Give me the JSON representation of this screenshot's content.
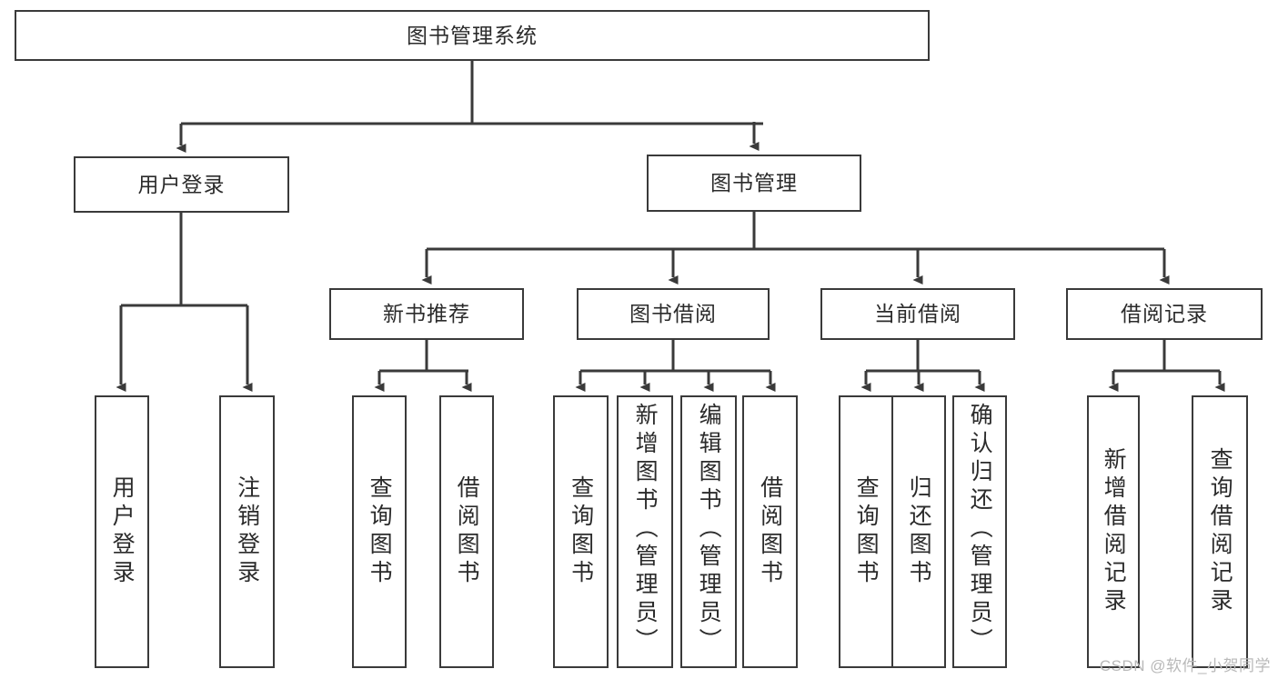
{
  "diagram": {
    "title": "图书管理系统",
    "watermark": "CSDN @软件_小贺同学",
    "colors": {
      "stroke": "#3a3a3a",
      "box_fill": "#ffffff",
      "text": "#2b2b2b",
      "watermark": "#b9b9b9",
      "background": "#ffffff"
    },
    "root": {
      "label": "图书管理系统"
    },
    "level2": [
      {
        "label": "用户登录"
      },
      {
        "label": "图书管理"
      }
    ],
    "level3": [
      {
        "label": "新书推荐"
      },
      {
        "label": "图书借阅"
      },
      {
        "label": "当前借阅"
      },
      {
        "label": "借阅记录"
      }
    ],
    "leaves": {
      "user_login": [
        {
          "label": "用户登录"
        },
        {
          "label": "注销登录"
        }
      ],
      "new_book_recommend": [
        {
          "label": "查询图书"
        },
        {
          "label": "借阅图书"
        }
      ],
      "book_borrow": [
        {
          "label": "查询图书"
        },
        {
          "label": "新增图书（管理员）"
        },
        {
          "label": "编辑图书（管理员）"
        },
        {
          "label": "借阅图书"
        }
      ],
      "current_borrow": [
        {
          "label": "查询图书"
        },
        {
          "label": "归还图书"
        },
        {
          "label": "确认归还（管理员）"
        }
      ],
      "borrow_record": [
        {
          "label": "新增借阅记录"
        },
        {
          "label": "查询借阅记录"
        }
      ]
    }
  }
}
